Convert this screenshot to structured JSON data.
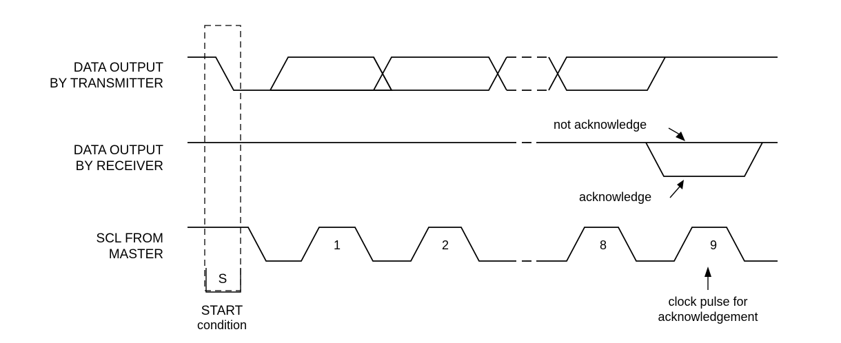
{
  "diagram": {
    "signals": {
      "transmitter": {
        "line1": "DATA OUTPUT",
        "line2": "BY TRANSMITTER"
      },
      "receiver": {
        "line1": "DATA OUTPUT",
        "line2": "BY RECEIVER"
      },
      "scl": {
        "line1": "SCL FROM",
        "line2": "MASTER"
      }
    },
    "clock_pulses": [
      "1",
      "2",
      "8",
      "9"
    ],
    "start": {
      "symbol": "S",
      "label_line1": "START",
      "label_line2": "condition"
    },
    "annotations": {
      "not_acknowledge": "not acknowledge",
      "acknowledge": "acknowledge",
      "clock_note_line1": "clock pulse for",
      "clock_note_line2": "acknowledgement"
    }
  }
}
